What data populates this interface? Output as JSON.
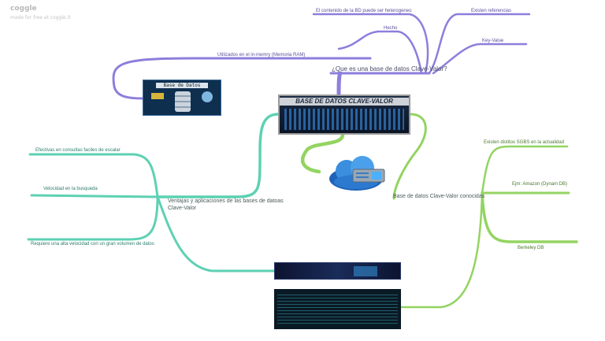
{
  "brand": {
    "name": "coggle",
    "tagline": "made for free at coggle.it"
  },
  "colors": {
    "purple": "#8c7fdc",
    "teal": "#5dd1b3",
    "green": "#93d461"
  },
  "central": {
    "title": "BASE DE DATOS CLAVE-VALOR"
  },
  "branches": {
    "definition": {
      "label": "¿Que es una base de datos Clave-Valor?",
      "children": [
        "El contenido de la BD puede ser heterogeneo",
        "Existen referencias",
        "Hecho",
        "Key-Value",
        "Utilizados en el in-memry (Memoria RAM)"
      ],
      "image_label": "Base de Datos"
    },
    "advantages": {
      "label": "Ventajas y aplicaciones de las bases de datoas Clave-Valor",
      "label_line1": "Ventajas y aplicaciones de las bases de datoas",
      "label_line2": "Clave-Valor",
      "children": [
        "Efectivas en consultas faciles de escalar",
        "Velocidad en la busqueda",
        "Requiere una alta velocidad con un gran volumen de datos"
      ]
    },
    "known": {
      "label": "Base de datos Clave-Valor conocidas",
      "children": [
        "Existen distitos SGBS en la actualidad",
        "Ejm: Amazon (Dynam DB)",
        "Berkeley DB"
      ]
    }
  }
}
